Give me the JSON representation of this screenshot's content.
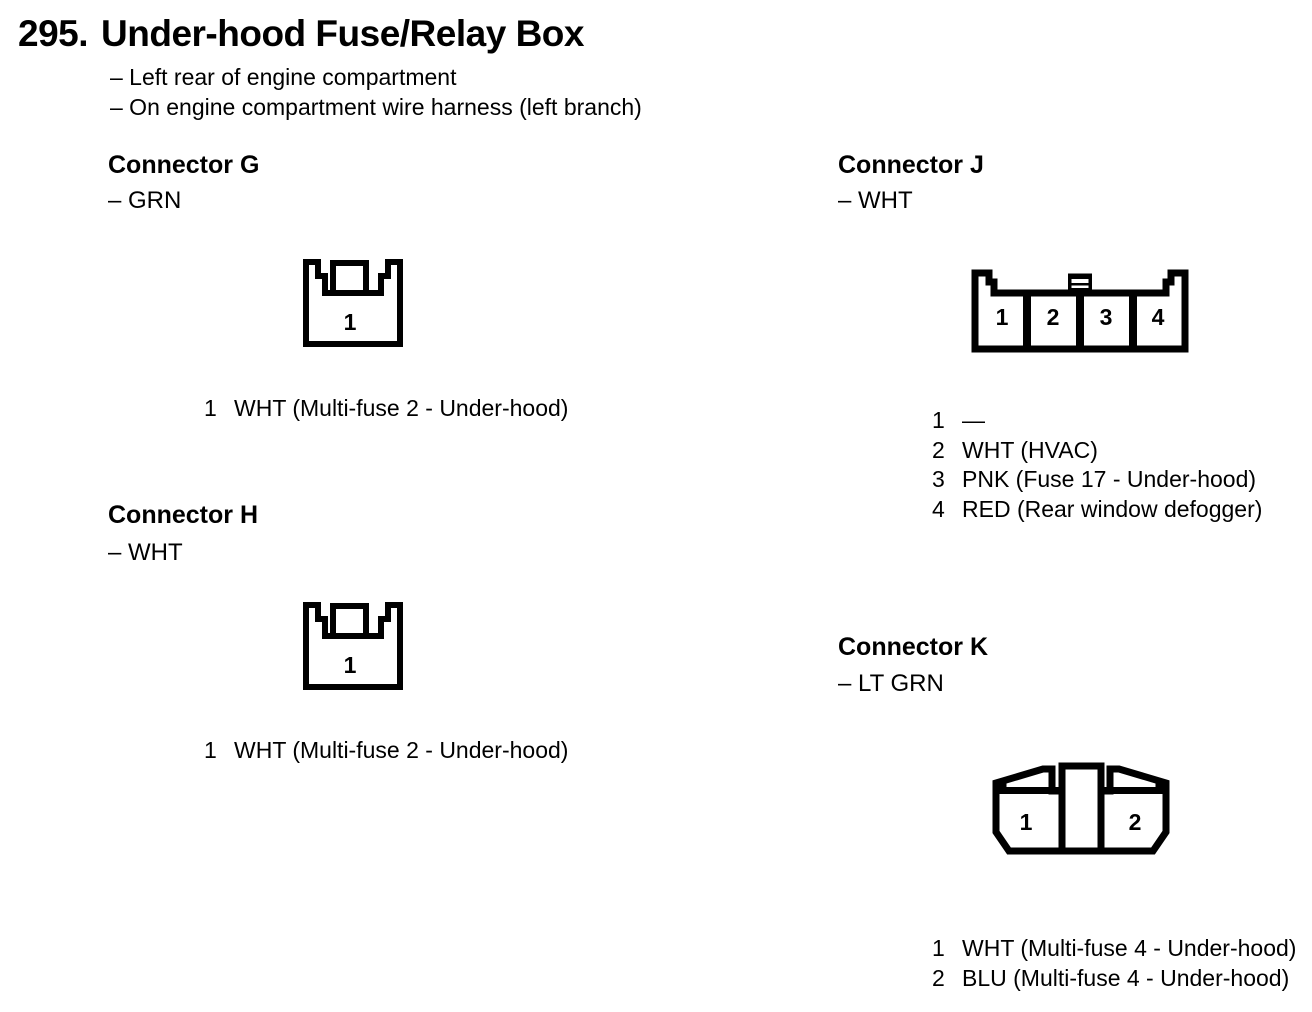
{
  "page": {
    "number": "295.",
    "title": "Under-hood Fuse/Relay Box",
    "location_lines": [
      "– Left rear of engine compartment",
      "– On engine compartment wire harness (left branch)"
    ]
  },
  "connectors": [
    {
      "heading": "Connector G",
      "wire_color": "– GRN",
      "pins": [
        {
          "num": "1",
          "desc": "WHT (Multi-fuse 2 - Under-hood)"
        }
      ]
    },
    {
      "heading": "Connector H",
      "wire_color": "– WHT",
      "pins": [
        {
          "num": "1",
          "desc": "WHT (Multi-fuse 2 - Under-hood)"
        }
      ]
    },
    {
      "heading": "Connector J",
      "wire_color": "– WHT",
      "pins": [
        {
          "num": "1",
          "desc": "—"
        },
        {
          "num": "2",
          "desc": "WHT (HVAC)"
        },
        {
          "num": "3",
          "desc": "PNK (Fuse 17 - Under-hood)"
        },
        {
          "num": "4",
          "desc": "RED (Rear window defogger)"
        }
      ]
    },
    {
      "heading": "Connector K",
      "wire_color": "– LT GRN",
      "pins": [
        {
          "num": "1",
          "desc": "WHT (Multi-fuse 4 - Under-hood)"
        },
        {
          "num": "2",
          "desc": "BLU (Multi-fuse 4 - Under-hood)"
        }
      ]
    }
  ],
  "colors": {
    "ink": "#000000",
    "paper": "#ffffff"
  }
}
